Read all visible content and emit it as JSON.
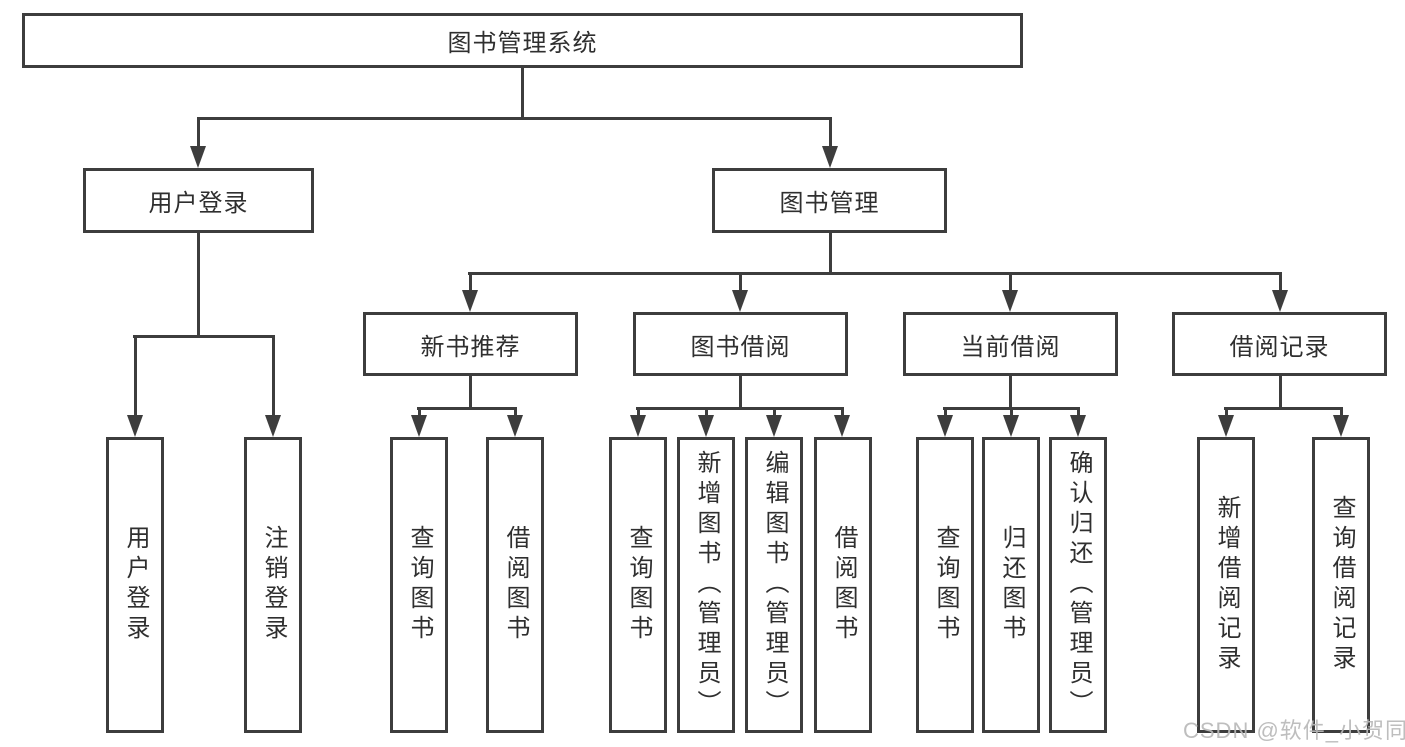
{
  "root": {
    "label": "图书管理系统"
  },
  "level2": {
    "user_login": {
      "label": "用户登录"
    },
    "book_mgmt": {
      "label": "图书管理"
    }
  },
  "level3": {
    "new_books": {
      "label": "新书推荐"
    },
    "borrowing": {
      "label": "图书借阅"
    },
    "current": {
      "label": "当前借阅"
    },
    "records": {
      "label": "借阅记录"
    }
  },
  "leaves": {
    "user_login": {
      "label": "用户登录"
    },
    "logout": {
      "label": "注销登录"
    },
    "nb_query": {
      "label": "查询图书"
    },
    "nb_borrow": {
      "label": "借阅图书"
    },
    "bb_query": {
      "label": "查询图书"
    },
    "bb_add": {
      "label": "新增图书（管理员）"
    },
    "bb_edit": {
      "label": "编辑图书（管理员）"
    },
    "bb_borrow": {
      "label": "借阅图书"
    },
    "cb_query": {
      "label": "查询图书"
    },
    "cb_return": {
      "label": "归还图书"
    },
    "cb_confirm": {
      "label": "确认归还（管理员）"
    },
    "br_add": {
      "label": "新增借阅记录"
    },
    "br_query": {
      "label": "查询借阅记录"
    }
  },
  "watermark": "CSDN @软件_小贺同学",
  "colors": {
    "line": "#3d3d3d",
    "text": "#2f2f2f",
    "watermark": "#b9b9b9",
    "background": "#ffffff"
  }
}
